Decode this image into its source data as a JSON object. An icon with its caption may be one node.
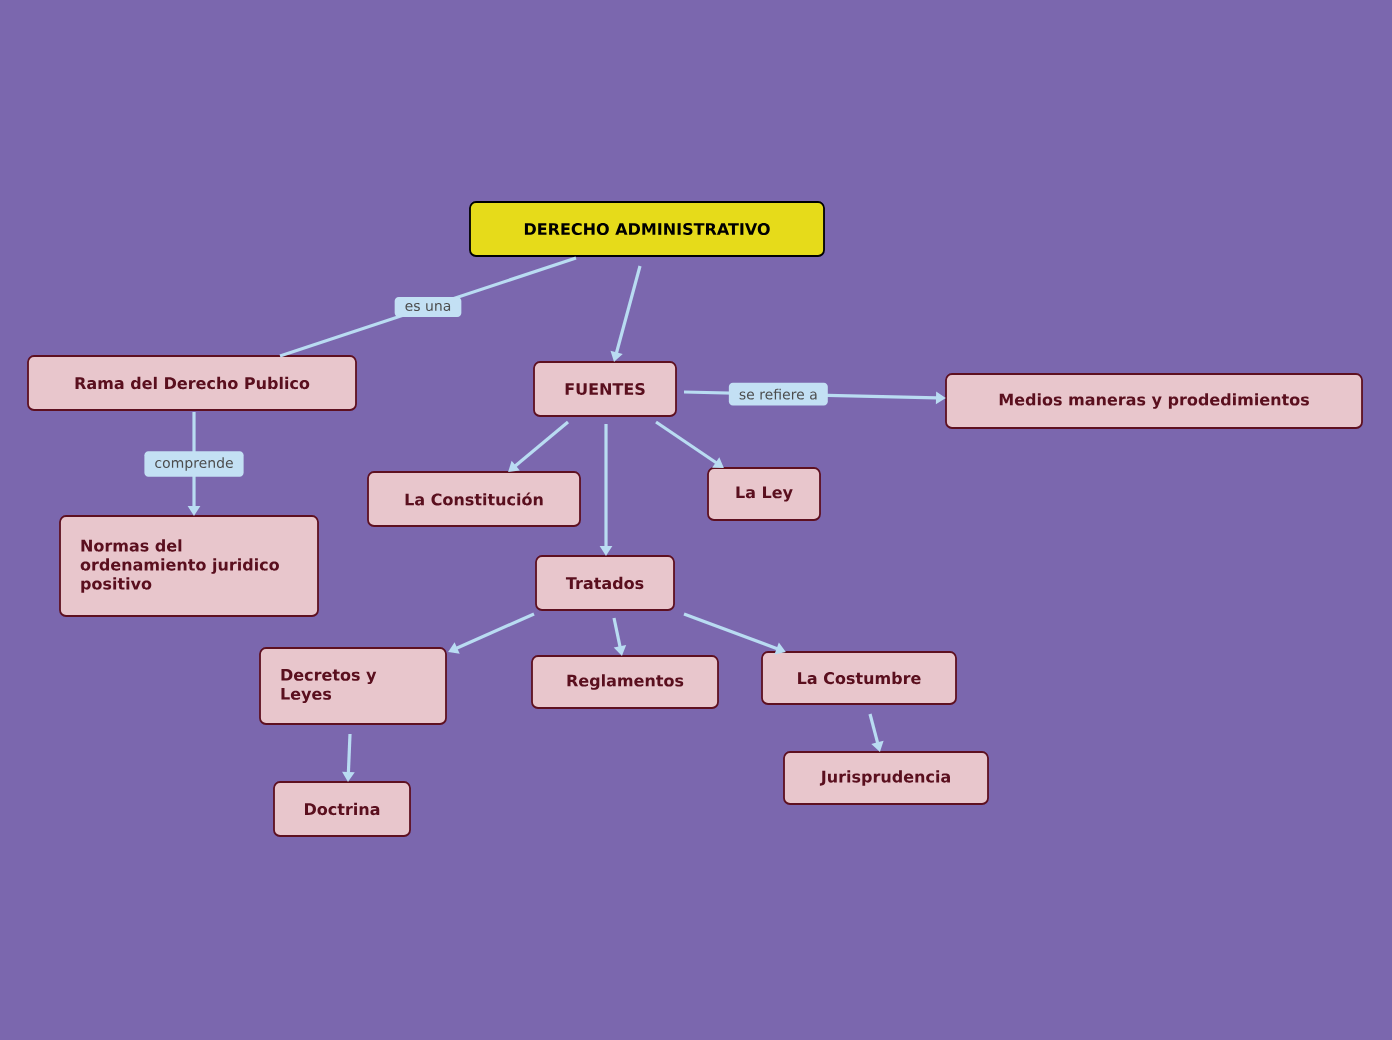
{
  "diagram": {
    "nodes": [
      {
        "text": [
          "DERECHO ADMINISTRATIVO"
        ]
      },
      {
        "text": [
          "Rama del Derecho Publico"
        ]
      },
      {
        "text": [
          "FUENTES"
        ]
      },
      {
        "text": [
          "Medios maneras y prodedimientos"
        ]
      },
      {
        "text": [
          "Normas del ordenamiento juridico positivo"
        ]
      },
      {
        "text": [
          "La Constitución"
        ]
      },
      {
        "text": [
          "La Ley"
        ]
      },
      {
        "text": [
          "Tratados"
        ]
      },
      {
        "text": [
          "Decretos y Leyes"
        ]
      },
      {
        "text": [
          "Reglamentos"
        ]
      },
      {
        "text": [
          "La Costumbre"
        ]
      },
      {
        "text": [
          "Doctrina"
        ]
      },
      {
        "text": [
          "Jurisprudencia"
        ]
      }
    ],
    "edges": [
      {
        "from": 0,
        "to": 1,
        "arrow": "none",
        "label": "es una"
      },
      {
        "from": 0,
        "to": 2,
        "arrow": "to"
      },
      {
        "from": 2,
        "to": 3,
        "arrow": "to",
        "label": "se refiere a"
      },
      {
        "from": 1,
        "to": 4,
        "arrow": "to",
        "label": "comprende"
      },
      {
        "from": 2,
        "to": 5,
        "arrow": "to"
      },
      {
        "from": 2,
        "to": 6,
        "arrow": "to"
      },
      {
        "from": 2,
        "to": 7,
        "arrow": "to"
      },
      {
        "from": 7,
        "to": 8,
        "arrow": "to"
      },
      {
        "from": 7,
        "to": 9,
        "arrow": "to"
      },
      {
        "from": 7,
        "to": 10,
        "arrow": "to"
      },
      {
        "from": 8,
        "to": 11,
        "arrow": "to"
      },
      {
        "from": 10,
        "to": 12,
        "arrow": "to"
      }
    ]
  }
}
